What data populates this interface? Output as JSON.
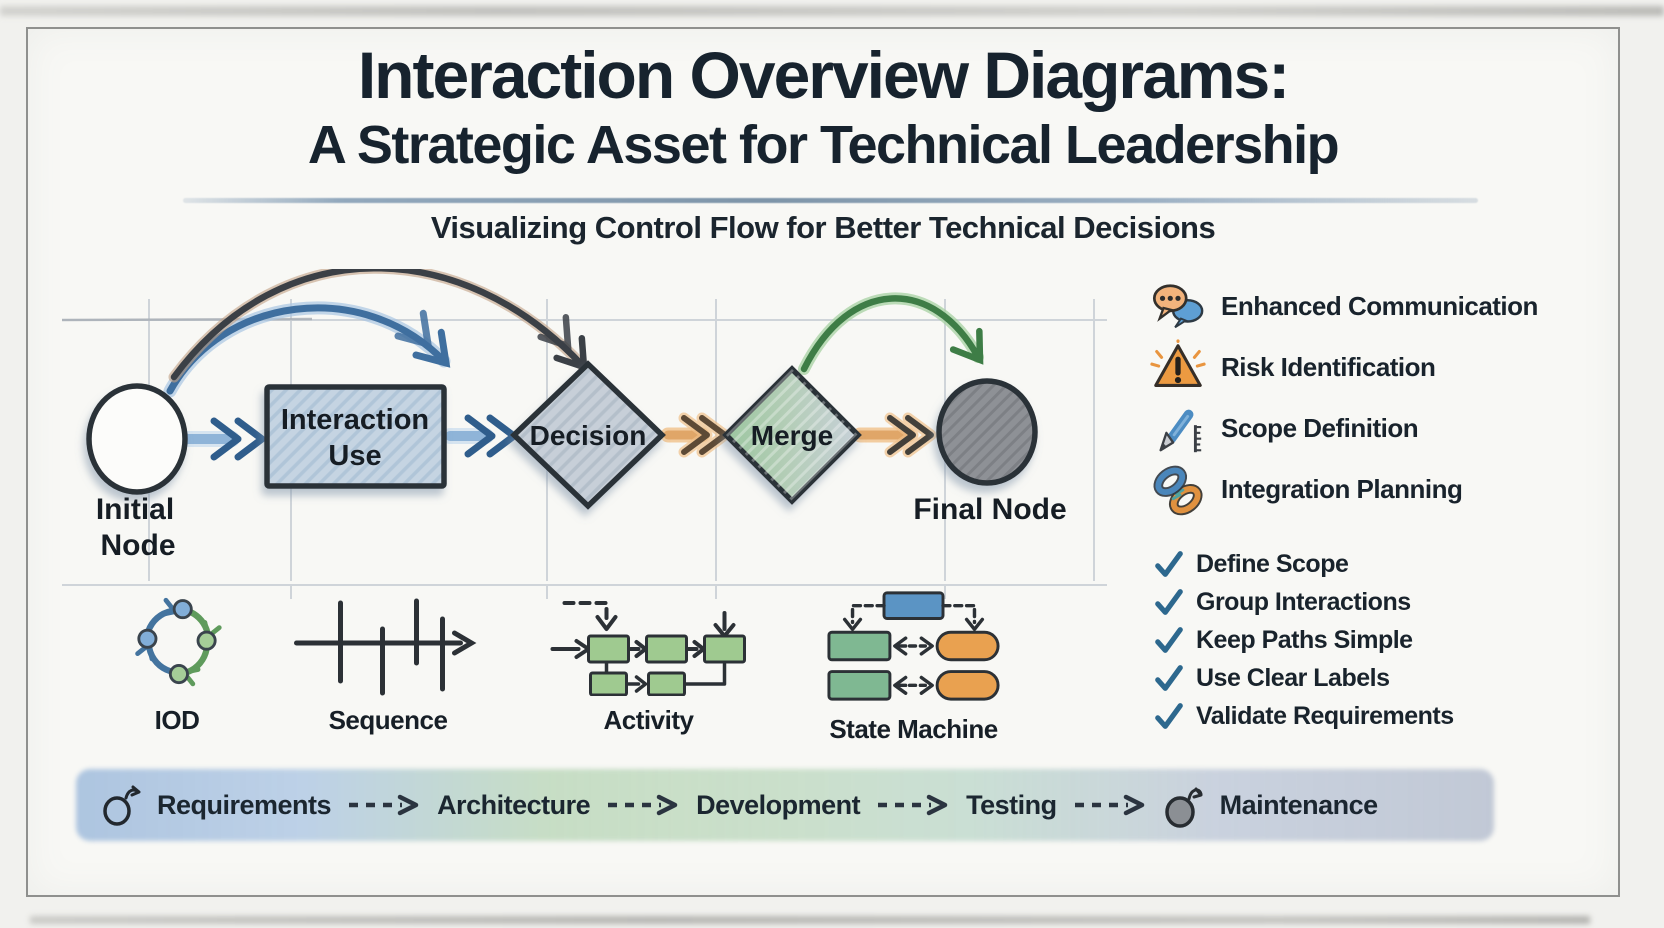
{
  "header": {
    "title_line1": "Interaction Overview Diagrams:",
    "title_line2": "A Strategic Asset for Technical Leadership",
    "subtitle": "Visualizing Control Flow for Better Technical Decisions"
  },
  "flow": {
    "initial_line1": "Initial",
    "initial_line2": "Node",
    "interaction_line1": "Interaction",
    "interaction_line2": "Use",
    "decision_label": "Decision",
    "merge_label": "Merge",
    "final_label": "Final Node"
  },
  "benefits": {
    "items": [
      {
        "icon": "chat-bubbles-icon",
        "label": "Enhanced Communication"
      },
      {
        "icon": "warning-triangle-icon",
        "label": "Risk Identification"
      },
      {
        "icon": "pencil-ruler-icon",
        "label": "Scope Definition"
      },
      {
        "icon": "chain-links-icon",
        "label": "Integration Planning"
      }
    ]
  },
  "checklist": {
    "items": [
      "Define Scope",
      "Group Interactions",
      "Keep Paths Simple",
      "Use Clear Labels",
      "Validate Requirements"
    ]
  },
  "diagram_types": {
    "items": [
      "IOD",
      "Sequence",
      "Activity",
      "State Machine"
    ]
  },
  "timeline": {
    "stages": [
      "Requirements",
      "Architecture",
      "Development",
      "Testing",
      "Maintenance"
    ]
  },
  "colors": {
    "ink": "#17232e",
    "blue_arrow": "#3f6f9f",
    "blue_fill": "#c5d4e2",
    "green_arrow": "#3e7d46",
    "green_fill": "#9fca90",
    "orange": "#e9a150",
    "check_teal": "#2d688e",
    "final_gray": "#8e9196"
  }
}
